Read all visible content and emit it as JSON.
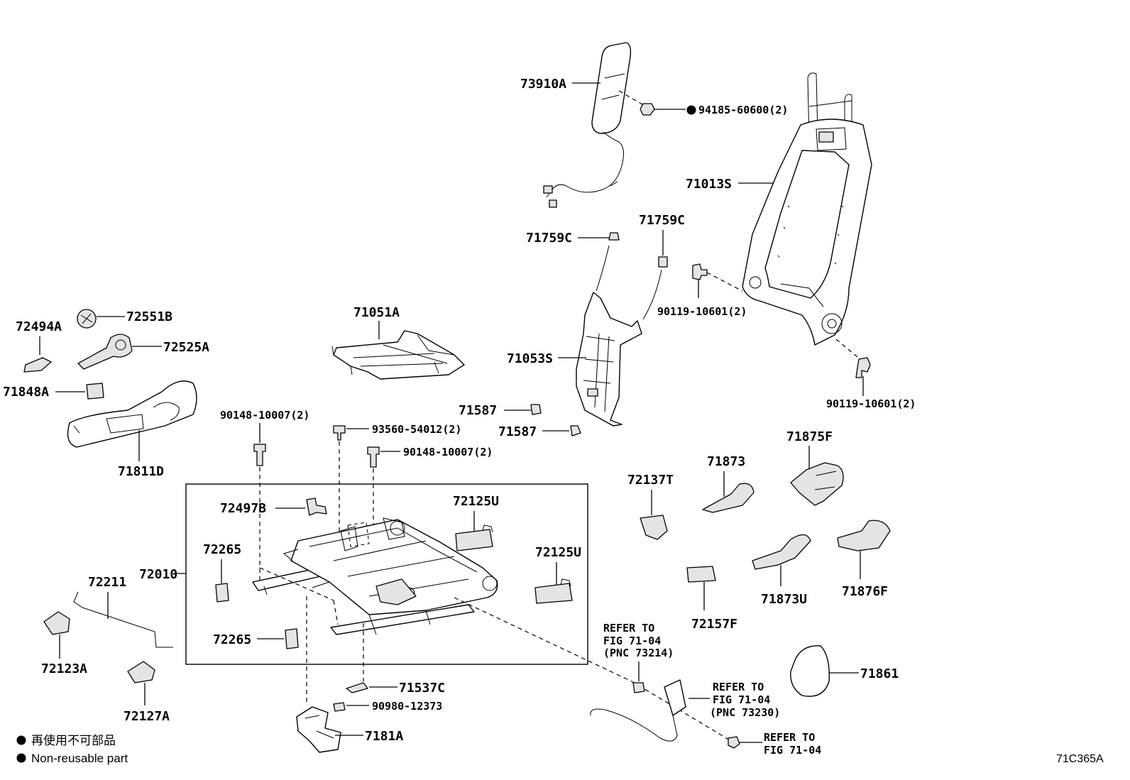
{
  "callouts": {
    "p73910A": "73910A",
    "p94185": "94185-60600(2)",
    "p71013S": "71013S",
    "p71759C_a": "71759C",
    "p71759C_b": "71759C",
    "p90119_a": "90119-10601(2)",
    "p90119_b": "90119-10601(2)",
    "p71053S": "71053S",
    "p71587_a": "71587",
    "p71587_b": "71587",
    "p71051A": "71051A",
    "p72494A": "72494A",
    "p72551B": "72551B",
    "p72525A": "72525A",
    "p71848A": "71848A",
    "p71811D": "71811D",
    "p90148_a": "90148-10007(2)",
    "p93560": "93560-54012(2)",
    "p90148_b": "90148-10007(2)",
    "p72497B": "72497B",
    "p72125U_a": "72125U",
    "p72125U_b": "72125U",
    "p72265_a": "72265",
    "p72265_b": "72265",
    "p72010": "72010",
    "p72211": "72211",
    "p72123A": "72123A",
    "p72127A": "72127A",
    "p71537C": "71537C",
    "p90980": "90980-12373",
    "p7181A": "7181A",
    "p72137T": "72137T",
    "p71873": "71873",
    "p71875F": "71875F",
    "p71873U": "71873U",
    "p71876F": "71876F",
    "p72157F": "72157F",
    "p71861": "71861"
  },
  "references": {
    "ref1": [
      "REFER TO",
      "FIG 71-04",
      "(PNC 73214)"
    ],
    "ref2": [
      "REFER TO",
      "FIG 71-04",
      "(PNC 73230)"
    ],
    "ref3": [
      "REFER TO",
      "FIG 71-04"
    ]
  },
  "legend": {
    "line_jp": "再使用不可部品",
    "line_en": "Non-reusable part"
  },
  "figure_code": "71C365A"
}
